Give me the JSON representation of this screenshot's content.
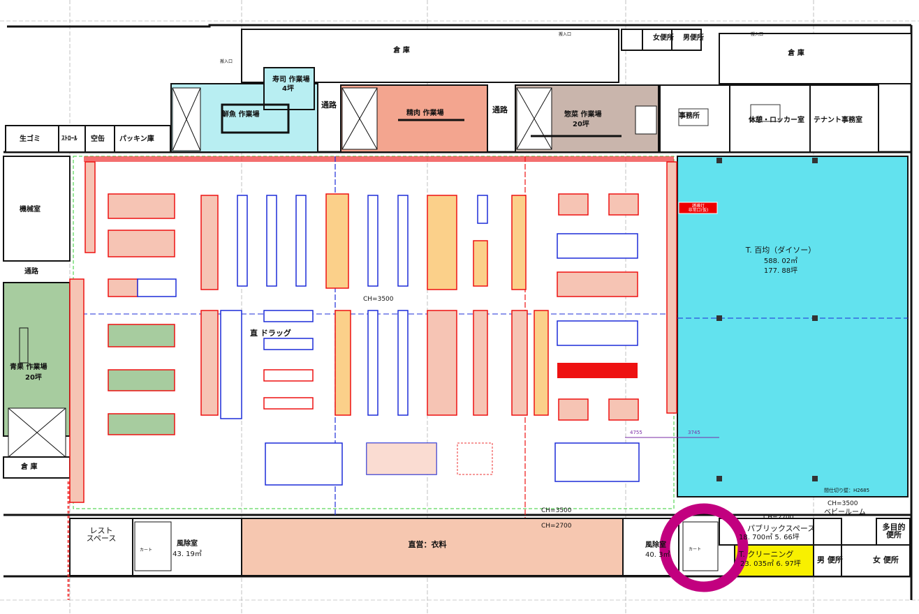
{
  "rooms": {
    "warehouse_top": "倉 庫",
    "warehouse_right": "倉 庫",
    "raw_garbage": "生ゴミ",
    "storage_stroll": "ｽﾄﾛｰﾙ",
    "vacant": "空缶",
    "packing": "パッキン庫",
    "machine_room": "機械室",
    "passage_left": "通路",
    "sushi_workroom": "寿司 作業場",
    "sushi_area": "4坪",
    "fish_workroom": "鮮魚 作業場",
    "passage_mid": "通路",
    "meat_workroom": "精肉 作業場",
    "passage_right": "通路",
    "deli_workroom": "惣菜 作業場",
    "deli_area": "20坪",
    "office": "事務所",
    "break_room": "休憩・ロッカー室",
    "tenant_office": "テナント事務室",
    "produce_workroom": "青果 作業場",
    "produce_area": "20坪",
    "warehouse_left": "倉 庫",
    "drug": "直 ドラッグ",
    "tenant_name": "T. 百均（ダイソー）",
    "tenant_sqm": "588. 02㎡",
    "tenant_tsubo": "177. 88坪",
    "partition": "間仕切り壁：H2685",
    "baby_room": "ベビールーム",
    "rest_space": "レスト\nスペース",
    "windbreak_left": "風除室",
    "windbreak_left_sqm": "43. 19㎡",
    "direct_clothing": "直営：衣料",
    "windbreak_right": "風除室",
    "windbreak_right_sqm": "40. 3㎡",
    "public_space": "パブリックスペース",
    "public_space_size": "18. 700㎡ 5. 66坪",
    "cleaning": "T. クリーニング",
    "cleaning_size": "23. 035㎡ 6. 97坪",
    "multi_toilet": "多目的\n便所",
    "male_toilet": "男 便所",
    "female_toilet": "女 便所",
    "female_toilet_top": "女便所",
    "male_toilet_top": "男便所",
    "bevel_tenant": "T.",
    "daiso_tag": "誘導灯\n非常口(仮)"
  },
  "ceiling": {
    "ch_center": "CH=3500",
    "ch_right": "CH=3500",
    "ch_bottom1": "CH=3500",
    "ch_bottom2": "CH=2700",
    "ch_bottom3": "CH=2700"
  },
  "dimensions": {
    "d1": "4755",
    "d2": "3745"
  },
  "misc": {
    "entrance": "搬入口",
    "cart": "カート"
  },
  "colors": {
    "tenant_fill": "#62e2ee",
    "fish_fill": "#e9e9f6",
    "sushi_fill": "#b8eef2",
    "meat_fill": "#f3a58f",
    "deli_fill": "#c9b5ac",
    "produce_fill": "#a7cc9f",
    "clothing_fill": "#f6c7b0",
    "cleaning_fill": "#f8f000",
    "highlight": "#c2007f"
  }
}
